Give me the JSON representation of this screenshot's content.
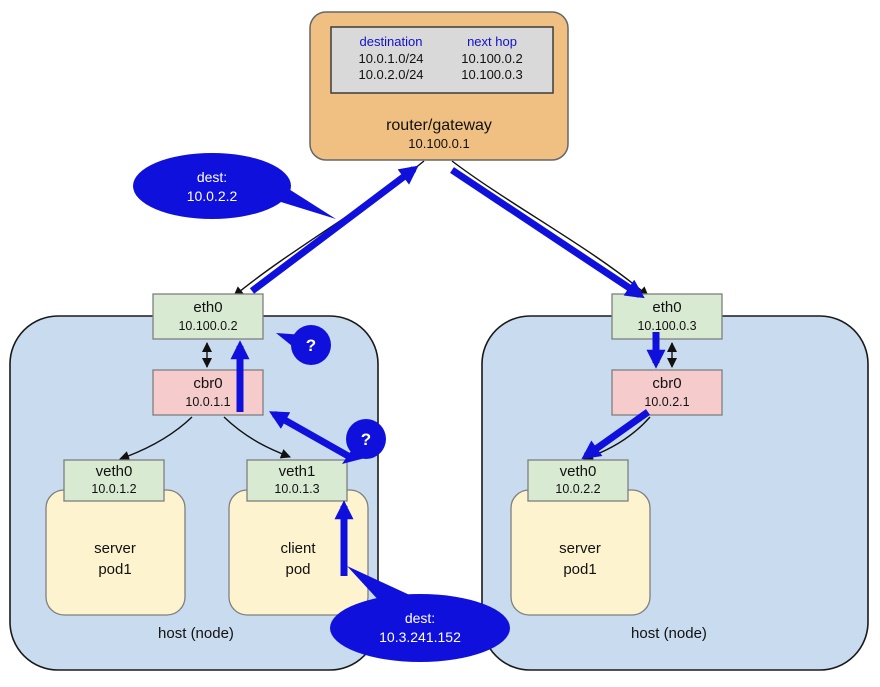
{
  "router": {
    "label": "router/gateway",
    "ip": "10.100.0.1",
    "table": {
      "col1_header": "destination",
      "col2_header": "next hop",
      "rows": [
        {
          "destination": "10.0.1.0/24",
          "next_hop": "10.100.0.2"
        },
        {
          "destination": "10.0.2.0/24",
          "next_hop": "10.100.0.3"
        }
      ]
    }
  },
  "left_host": {
    "label": "host (node)",
    "eth0": {
      "name": "eth0",
      "ip": "10.100.0.2"
    },
    "cbr0": {
      "name": "cbr0",
      "ip": "10.0.1.1"
    },
    "veth0": {
      "name": "veth0",
      "ip": "10.0.1.2"
    },
    "veth1": {
      "name": "veth1",
      "ip": "10.0.1.3"
    },
    "server_pod": {
      "line1": "server",
      "line2": "pod1"
    },
    "client_pod": {
      "line1": "client",
      "line2": "pod"
    }
  },
  "right_host": {
    "label": "host (node)",
    "eth0": {
      "name": "eth0",
      "ip": "10.100.0.3"
    },
    "cbr0": {
      "name": "cbr0",
      "ip": "10.0.2.1"
    },
    "veth0": {
      "name": "veth0",
      "ip": "10.0.2.2"
    },
    "server_pod": {
      "line1": "server",
      "line2": "pod1"
    }
  },
  "callouts": {
    "dest_callout_top": {
      "line1": "dest:",
      "line2": "10.0.2.2"
    },
    "dest_callout_bottom": {
      "line1": "dest:",
      "line2": "10.3.241.152"
    },
    "question_mark": "?"
  },
  "colors": {
    "router_fill": "#f0c083",
    "table_fill": "#d9d9d9",
    "host_fill": "#c9dbee",
    "nic_fill": "#d9ead3",
    "bridge_fill": "#f5cbcc",
    "pod_fill": "#fdf3cf",
    "flow_blue": "#1010dd",
    "table_header_blue": "#1111cc"
  }
}
